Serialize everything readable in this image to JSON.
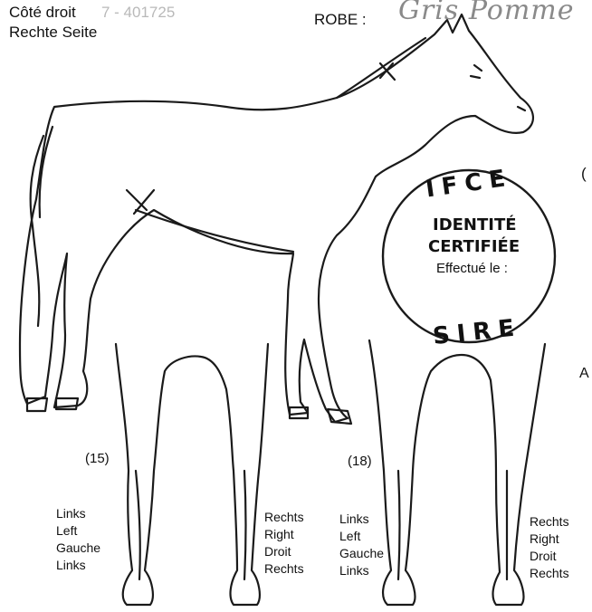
{
  "header": {
    "side_fr": "Côté droit",
    "side_de": "Rechte Seite",
    "id_fragment": "7 - 401725",
    "robe_label": "ROBE :",
    "robe_handwritten": "Gris Pomme"
  },
  "stamp": {
    "top": "IFCE",
    "line1": "IDENTITÉ",
    "line2": "CERTIFIÉE",
    "line3": "Effectué le :",
    "bottom": "SIRE"
  },
  "edge_marks": {
    "paren": "(",
    "letter_a": "A"
  },
  "front_legs": {
    "number": "(15)",
    "left_labels": [
      "Links",
      "Left",
      "Gauche",
      "Links"
    ],
    "right_labels": [
      "Rechts",
      "Right",
      "Droit",
      "Rechts"
    ]
  },
  "hind_legs": {
    "number": "(18)",
    "left_labels": [
      "Links",
      "Left",
      "Gauche",
      "Links"
    ],
    "right_labels": [
      "Rechts",
      "Right",
      "Droit",
      "Rechts"
    ]
  }
}
